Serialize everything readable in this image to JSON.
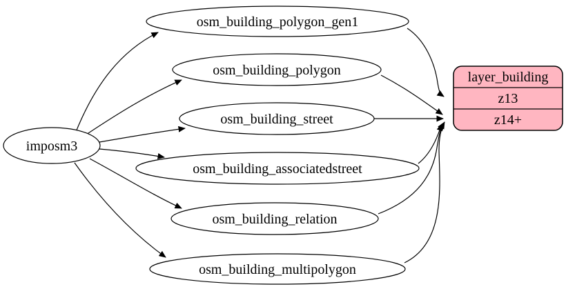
{
  "diagram": {
    "type": "graphviz-digraph",
    "background": "#ffffff",
    "colors": {
      "node_fill": "#ffffff",
      "layer_fill": "#ffb6c1",
      "stroke": "#000000",
      "text": "#000000"
    },
    "source": {
      "label": "imposm3"
    },
    "tables": [
      {
        "label": "osm_building_polygon_gen1"
      },
      {
        "label": "osm_building_polygon"
      },
      {
        "label": "osm_building_street"
      },
      {
        "label": "osm_building_associatedstreet"
      },
      {
        "label": "osm_building_relation"
      },
      {
        "label": "osm_building_multipolygon"
      }
    ],
    "layer": {
      "title": "layer_building",
      "rows": [
        {
          "label": "z13"
        },
        {
          "label": "z14+"
        }
      ]
    },
    "edges": [
      {
        "from": "imposm3",
        "to": "osm_building_polygon_gen1"
      },
      {
        "from": "imposm3",
        "to": "osm_building_polygon"
      },
      {
        "from": "imposm3",
        "to": "osm_building_street"
      },
      {
        "from": "imposm3",
        "to": "osm_building_associatedstreet"
      },
      {
        "from": "imposm3",
        "to": "osm_building_relation"
      },
      {
        "from": "imposm3",
        "to": "osm_building_multipolygon"
      },
      {
        "from": "osm_building_polygon_gen1",
        "to": "layer_building:z13"
      },
      {
        "from": "osm_building_polygon",
        "to": "layer_building:z14+"
      },
      {
        "from": "osm_building_street",
        "to": "layer_building:z14+"
      },
      {
        "from": "osm_building_associatedstreet",
        "to": "layer_building:z14+"
      },
      {
        "from": "osm_building_relation",
        "to": "layer_building:z14+"
      },
      {
        "from": "osm_building_multipolygon",
        "to": "layer_building:z14+"
      }
    ]
  }
}
